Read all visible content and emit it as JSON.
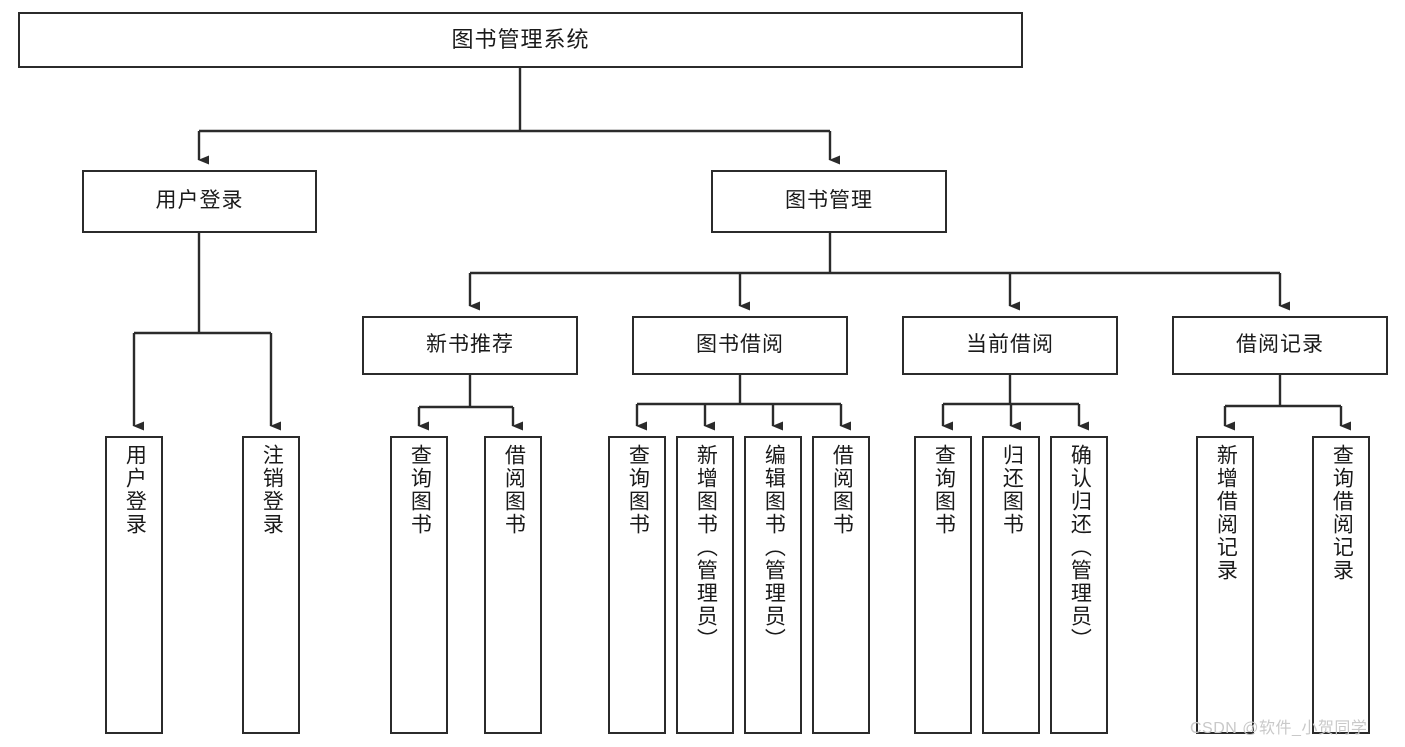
{
  "diagram": {
    "title": "图书管理系统",
    "type": "hierarchy-tree",
    "watermark": "CSDN @软件_小贺同学",
    "colors": {
      "background": "#ffffff",
      "node_border": "#2b2b2b",
      "node_fill": "#ffffff",
      "connector": "#2b2b2b",
      "text": "#1a1a1a",
      "watermark": "#c9c9c9"
    },
    "nodes": {
      "root": {
        "label": "图书管理系统"
      },
      "level2": [
        {
          "label": "用户登录"
        },
        {
          "label": "图书管理"
        }
      ],
      "level3": [
        {
          "label": "新书推荐"
        },
        {
          "label": "图书借阅"
        },
        {
          "label": "当前借阅"
        },
        {
          "label": "借阅记录"
        }
      ],
      "leaves": {
        "user_login": [
          {
            "label": "用户登录"
          },
          {
            "label": "注销登录"
          }
        ],
        "new_book_recommend": [
          {
            "label": "查询图书"
          },
          {
            "label": "借阅图书"
          }
        ],
        "book_borrow": [
          {
            "label": "查询图书"
          },
          {
            "label": "新增图书（管理员）"
          },
          {
            "label": "编辑图书（管理员）"
          },
          {
            "label": "借阅图书"
          }
        ],
        "current_borrow": [
          {
            "label": "查询图书"
          },
          {
            "label": "归还图书"
          },
          {
            "label": "确认归还（管理员）"
          }
        ],
        "borrow_record": [
          {
            "label": "新增借阅记录"
          },
          {
            "label": "查询借阅记录"
          }
        ]
      }
    }
  }
}
